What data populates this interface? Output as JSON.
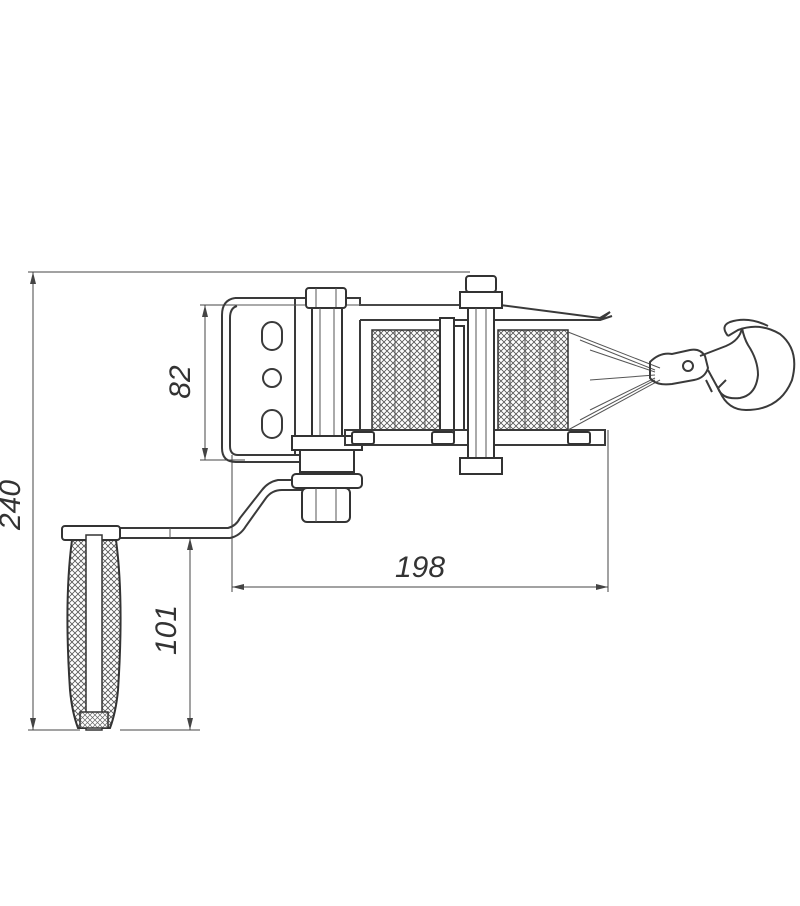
{
  "dimensions": {
    "overall_height": "240",
    "body_height": "82",
    "handle_length": "101",
    "body_length": "198"
  },
  "colors": {
    "line": "#3a3a3a",
    "background": "#ffffff"
  }
}
